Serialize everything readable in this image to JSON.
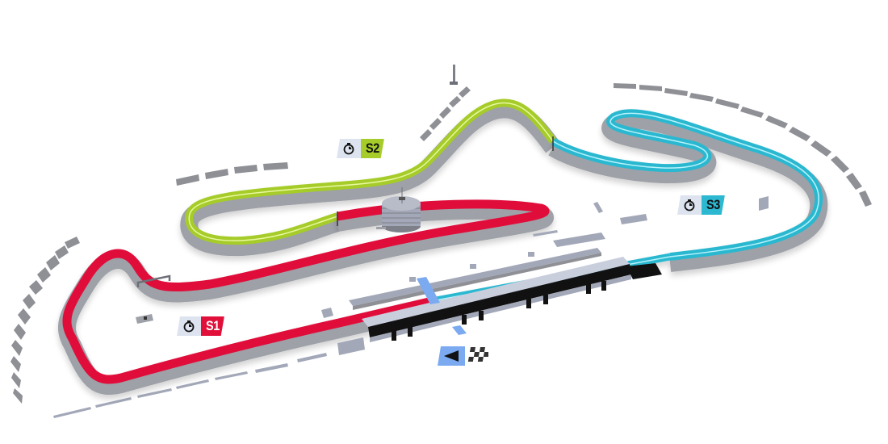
{
  "map": {
    "type": "circuit-map",
    "view": "isometric-3d"
  },
  "colors": {
    "background": "#ffffff",
    "sector1": "#e0103a",
    "sector2": "#a6cc2a",
    "sector3": "#2bb8d0",
    "wall": "#9ea1a8",
    "wall_dark": "#7d8088",
    "grandstand": "#8e9096",
    "building": "#a3a8b8",
    "pit_roof": "#c9cedd",
    "start_blue": "#7baaf0"
  },
  "sectors": [
    {
      "id": "S1",
      "label": "S1",
      "icon": "stopwatch-icon",
      "color": "#e0103a",
      "text_color": "#ffffff"
    },
    {
      "id": "S2",
      "label": "S2",
      "icon": "stopwatch-icon",
      "color": "#a6cc2a",
      "text_color": "#111111"
    },
    {
      "id": "S3",
      "label": "S3",
      "icon": "stopwatch-icon",
      "color": "#2bb8d0",
      "text_color": "#111111"
    }
  ],
  "start_finish": {
    "icon_direction": "triangle-left-icon",
    "icon_flag": "checkered-flag-icon"
  }
}
